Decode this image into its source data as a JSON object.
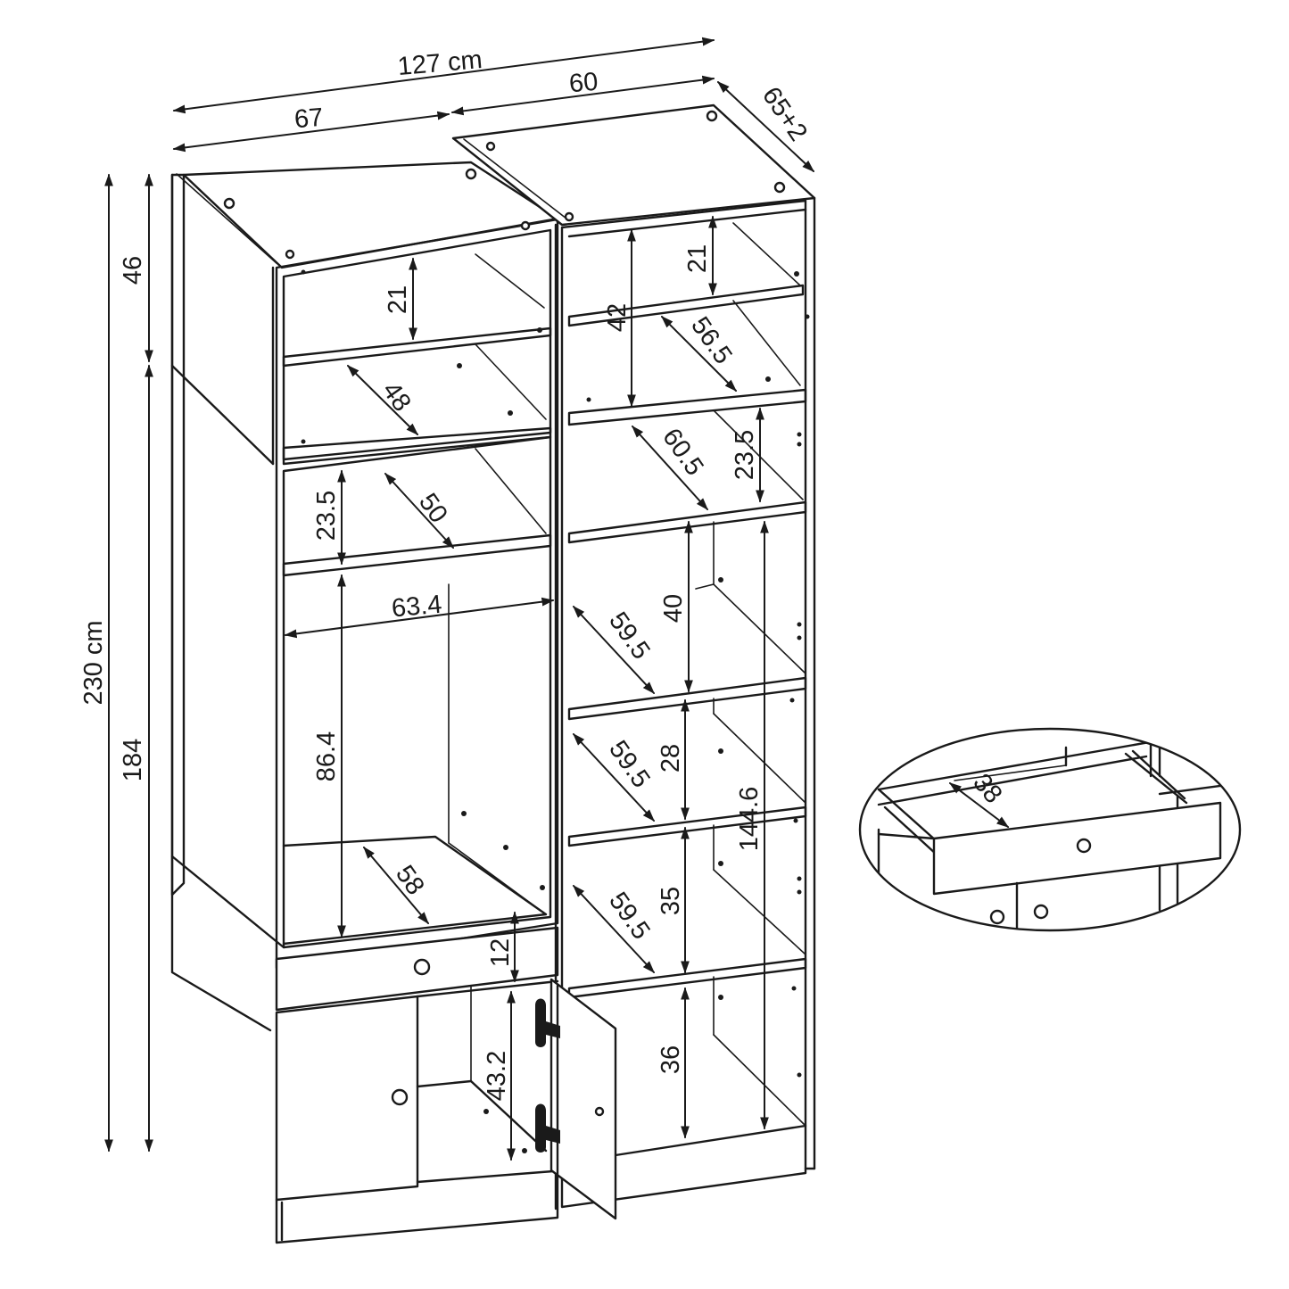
{
  "dimensions": {
    "total_width": "127 cm",
    "left_width": "67",
    "right_width": "60",
    "depth": "65+2",
    "total_height": "230 cm",
    "top_height": "46",
    "bottom_height": "184",
    "left_top_shelf_h": "21",
    "left_top_depth": "48",
    "left_mid_shelf_h": "23.5",
    "left_mid_depth": "50",
    "hanging_width": "63.4",
    "hanging_height": "86.4",
    "hanging_depth": "58",
    "drawer_height": "12",
    "cabinet_height": "43.2",
    "right_top_shelf_h": "21",
    "right_top_height": "42",
    "right_top_depth": "56.5",
    "right_mid_depth": "60.5",
    "right_mid_shelf_h": "23.5",
    "right_s1_depth": "59.5",
    "right_s1_height": "40",
    "right_s2_depth": "59.5",
    "right_s2_height": "28",
    "right_s3_depth": "59.5",
    "right_s3_height": "35",
    "right_bottom_height": "36",
    "right_lower_total": "144.6",
    "drawer_depth": "38"
  }
}
